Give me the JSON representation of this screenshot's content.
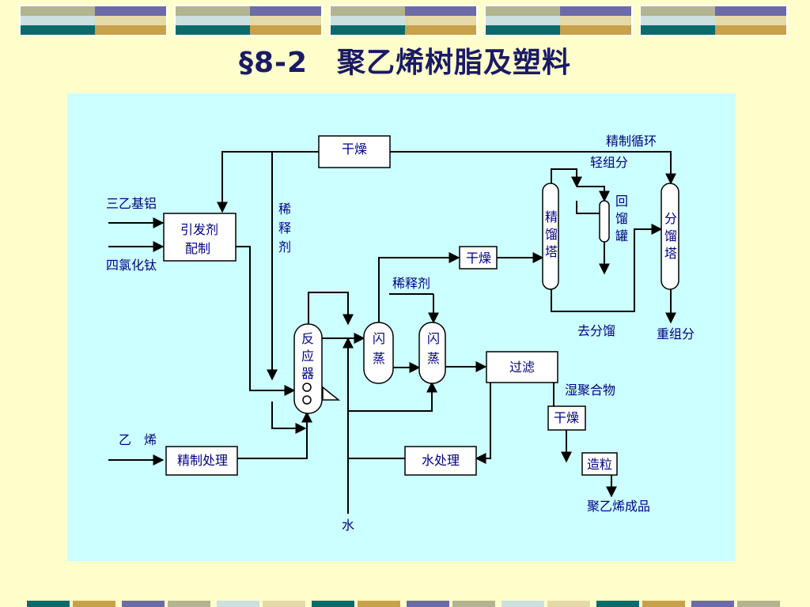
{
  "title": "§8-2　聚乙烯树脂及塑料",
  "colors": {
    "background": "#FFFFCC",
    "panel": "#CCFFFF",
    "text": "#000080",
    "lines": "#000000"
  },
  "diagram": {
    "boxes": {
      "initiator": [
        "引发剂",
        "配制"
      ],
      "dry_top": "干燥",
      "dry_mid": "干燥",
      "filter": "过滤",
      "dry_low": "干燥",
      "pellet": "造粒",
      "water_treat": "水处理",
      "refine": "精制处理"
    },
    "vessels": {
      "reactor": [
        "反",
        "应",
        "器"
      ],
      "flash1": [
        "闪",
        "蒸"
      ],
      "flash2": [
        "闪",
        "蒸"
      ],
      "distill": [
        "精",
        "馏",
        "塔"
      ],
      "reflux": [
        "回",
        "馏",
        "罐"
      ],
      "fractionator": [
        "分",
        "馏",
        "塔"
      ]
    },
    "labels": {
      "teal": "三乙基铝",
      "ticl4": "四氯化钛",
      "diluent_v": [
        "稀",
        "释",
        "剂"
      ],
      "diluent_h": "稀释剂",
      "refine_cycle": "精制循环",
      "light": "轻组分",
      "to_fraction": "去分馏",
      "heavy": "重组分",
      "wet_polymer": "湿聚合物",
      "product": "聚乙烯成品",
      "ethylene": "乙　烯",
      "water": "水"
    }
  }
}
